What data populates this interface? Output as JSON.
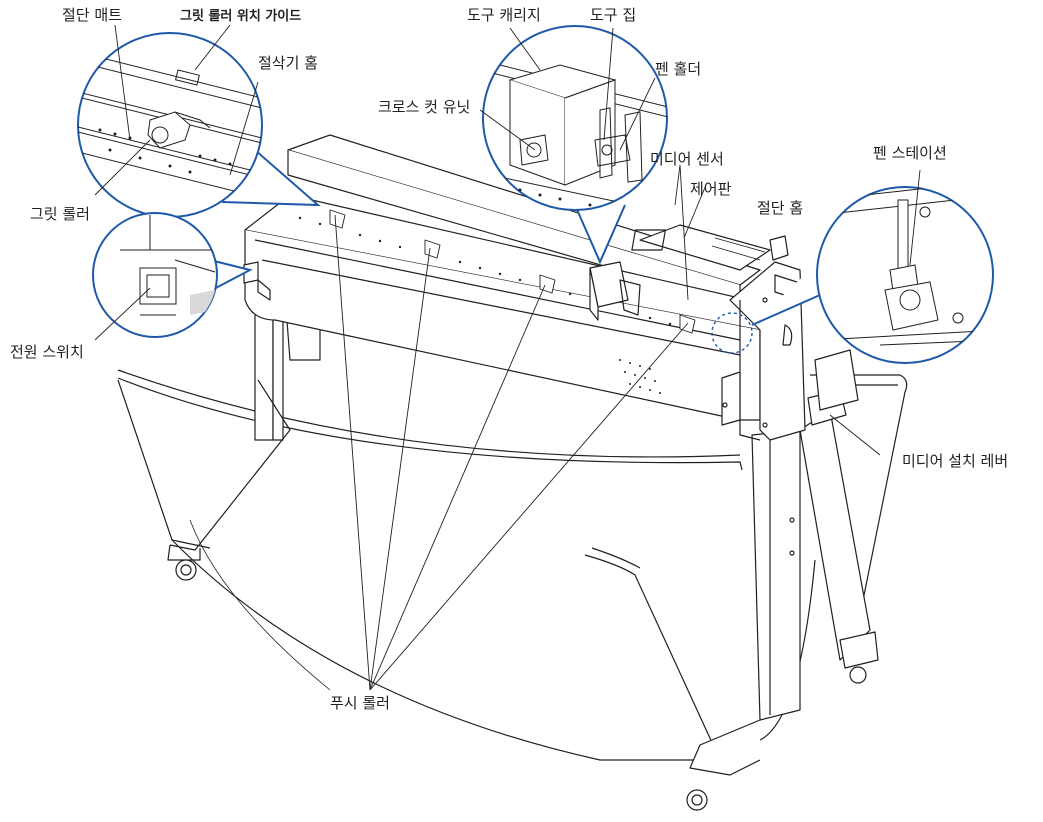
{
  "labels": {
    "cutting_mat": "절단 매트",
    "grit_roller_guide": "그릿 롤러 위치 가이드",
    "cutter_groove": "절삭기 홈",
    "grit_roller": "그릿 롤러",
    "tool_carriage": "도구 캐리지",
    "tool_holder": "도구 집",
    "pen_holder": "펜 홀더",
    "cross_cut_unit": "크로스 컷 유닛",
    "media_sensor": "미디어 센서",
    "control_panel": "제어판",
    "cut_groove": "절단 홈",
    "pen_station": "펜 스테이션",
    "power_switch": "전원 스위치",
    "media_set_lever": "미디어 설치 레버",
    "push_roller": "푸시 롤러"
  },
  "colors": {
    "callout": "#1e5aa8",
    "line": "#231f20",
    "background": "#ffffff"
  }
}
